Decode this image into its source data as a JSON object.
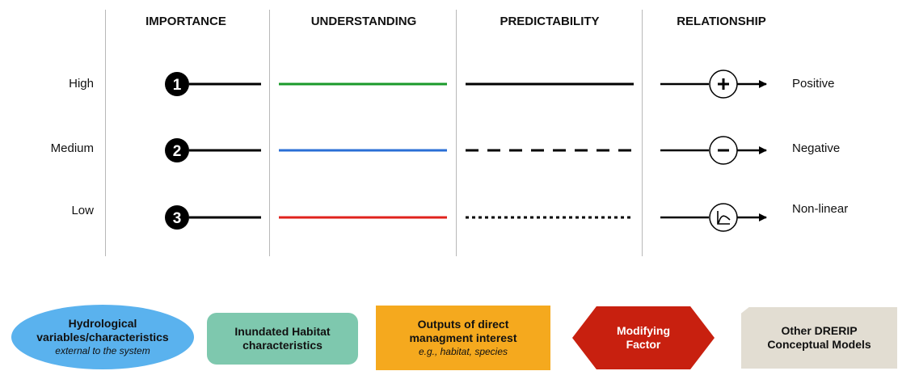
{
  "headers": {
    "importance": "IMPORTANCE",
    "understanding": "UNDERSTANDING",
    "predictability": "PREDICTABILITY",
    "relationship": "RELATIONSHIP"
  },
  "rows": [
    {
      "level": "High",
      "number": "1",
      "understanding_color": "#1a9a2a",
      "predictability_style": "solid",
      "relationship_symbol": "plus",
      "relationship": "Positive"
    },
    {
      "level": "Medium",
      "number": "2",
      "understanding_color": "#2a6fd6",
      "predictability_style": "dashed",
      "relationship_symbol": "minus",
      "relationship": "Negative"
    },
    {
      "level": "Low",
      "number": "3",
      "understanding_color": "#e0221c",
      "predictability_style": "dotted",
      "relationship_symbol": "curve",
      "relationship": "Non-linear"
    }
  ],
  "legend": {
    "hydrological": {
      "line1": "Hydrological",
      "line2": "variables/characteristics",
      "note": "external to the system",
      "color": "#5ab2ee"
    },
    "inundated": {
      "line1": "Inundated Habitat",
      "line2": "characteristics",
      "color": "#7ec8ae"
    },
    "outputs": {
      "line1": "Outputs of direct",
      "line2": "managment interest",
      "note": "e.g., habitat, species",
      "color": "#f5a91e"
    },
    "modifying": {
      "line1": "Modifying",
      "line2": "Factor",
      "color": "#c8200f"
    },
    "other": {
      "line1": "Other DRERIP",
      "line2": "Conceptual Models",
      "color": "#e2ddd2"
    }
  }
}
